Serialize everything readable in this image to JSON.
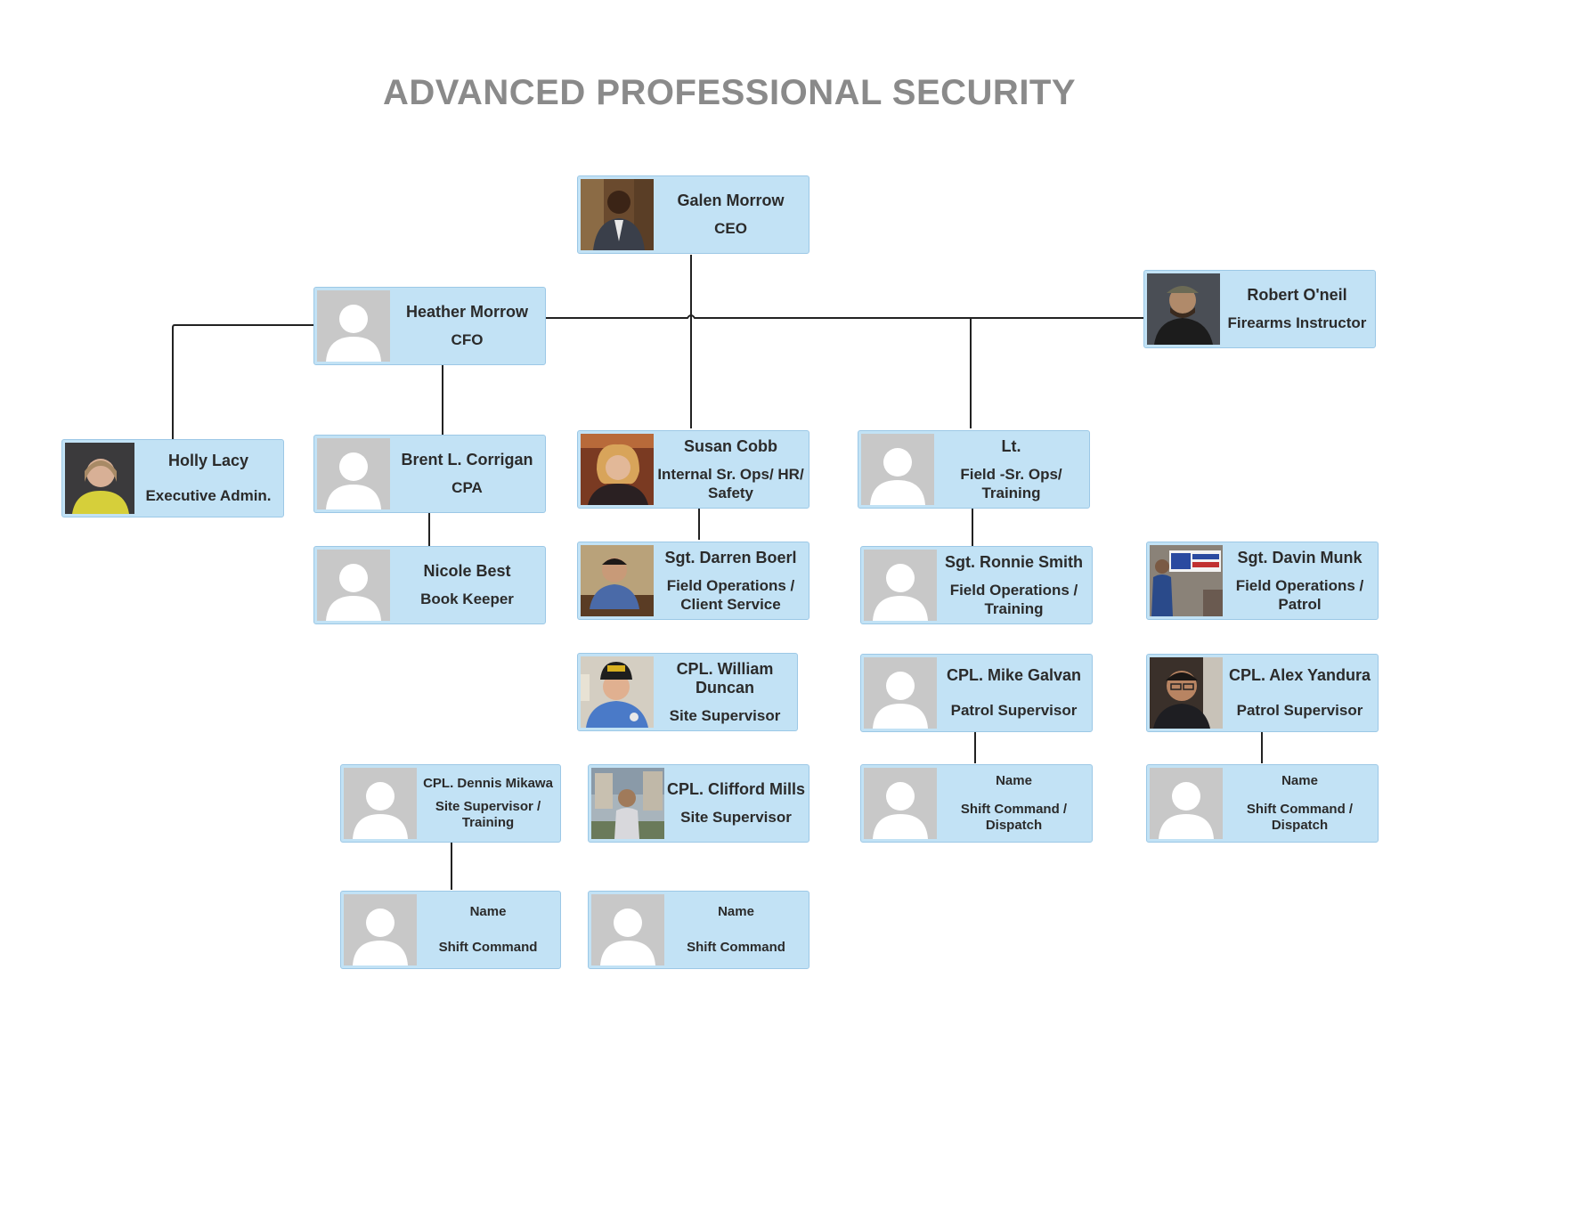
{
  "title": "ADVANCED PROFESSIONAL SECURITY",
  "colors": {
    "card_fill": "#c2e2f5",
    "card_border": "#9cc8e6",
    "title": "#8a8a8a",
    "connector": "#222222",
    "placeholder": "#c8c8c8"
  },
  "people": {
    "galen": {
      "name": "Galen Morrow",
      "role": "CEO",
      "photo": "photo"
    },
    "heather": {
      "name": "Heather Morrow",
      "role": "CFO",
      "photo": "placeholder"
    },
    "robert": {
      "name": "Robert O'neil",
      "role": "Firearms Instructor",
      "photo": "photo"
    },
    "holly": {
      "name": "Holly Lacy",
      "role": "Executive Admin.",
      "photo": "photo"
    },
    "brent": {
      "name": "Brent L. Corrigan",
      "role": "CPA",
      "photo": "placeholder"
    },
    "susan": {
      "name": "Susan Cobb",
      "role": "Internal Sr. Ops/ HR/ Safety",
      "photo": "photo"
    },
    "lt": {
      "name": "Lt.",
      "role": "Field -Sr. Ops/ Training",
      "photo": "placeholder"
    },
    "nicole": {
      "name": "Nicole Best",
      "role": "Book Keeper",
      "photo": "placeholder"
    },
    "darren": {
      "name": "Sgt. Darren Boerl",
      "role": "Field Operations / Client Service",
      "photo": "photo"
    },
    "ronnie": {
      "name": "Sgt. Ronnie Smith",
      "role": "Field Operations / Training",
      "photo": "placeholder"
    },
    "davin": {
      "name": "Sgt. Davin Munk",
      "role": "Field Operations / Patrol",
      "photo": "photo"
    },
    "william": {
      "name": "CPL. William Duncan",
      "role": "Site Supervisor",
      "photo": "photo"
    },
    "mike": {
      "name": "CPL. Mike Galvan",
      "role": "Patrol Supervisor",
      "photo": "placeholder"
    },
    "alex": {
      "name": "CPL. Alex Yandura",
      "role": "Patrol Supervisor",
      "photo": "photo"
    },
    "dennis": {
      "name": "CPL. Dennis Mikawa",
      "role": "Site Supervisor / Training",
      "photo": "placeholder"
    },
    "clifford": {
      "name": "CPL. Clifford Mills",
      "role": "Site Supervisor",
      "photo": "photo"
    },
    "dispatch1": {
      "name": "Name",
      "role": "Shift Command / Dispatch",
      "photo": "placeholder"
    },
    "dispatch2": {
      "name": "Name",
      "role": "Shift Command / Dispatch",
      "photo": "placeholder"
    },
    "shift1": {
      "name": "Name",
      "role": "Shift Command",
      "photo": "placeholder"
    },
    "shift2": {
      "name": "Name",
      "role": "Shift Command",
      "photo": "placeholder"
    }
  }
}
